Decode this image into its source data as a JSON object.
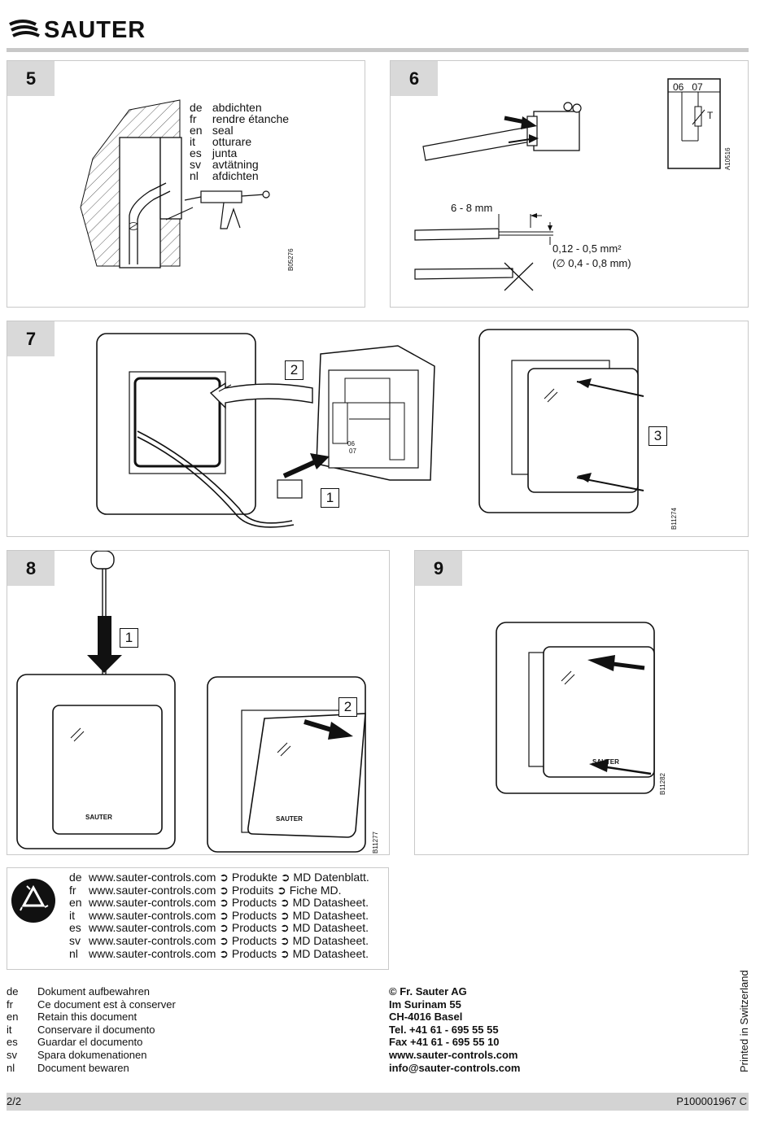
{
  "header": {
    "brand": "SAUTER"
  },
  "panel5": {
    "step": "5",
    "items": [
      {
        "code": "de",
        "text": "abdichten"
      },
      {
        "code": "fr",
        "text": "rendre étanche"
      },
      {
        "code": "en",
        "text": "seal"
      },
      {
        "code": "it",
        "text": "otturare"
      },
      {
        "code": "es",
        "text": "junta"
      },
      {
        "code": "sv",
        "text": "avtätning"
      },
      {
        "code": "nl",
        "text": "afdichten"
      }
    ],
    "ref": "B05276"
  },
  "panel6": {
    "step": "6",
    "terminals": "06   07",
    "sensor_label": "T",
    "ref": "A10516",
    "strip_length": "6 - 8 mm",
    "cross_section": "0,12 - 0,5 mm²",
    "diameter": "(∅ 0,4 - 0,8 mm)"
  },
  "panel7": {
    "step": "7",
    "callout_1": "1",
    "callout_2": "2",
    "callout_3": "3",
    "terminal_06": "06",
    "terminal_07": "07",
    "ref": "B11274"
  },
  "panel8": {
    "step": "8",
    "callout_1": "1",
    "callout_2": "2",
    "ref": "B11277"
  },
  "panel9": {
    "step": "9",
    "ref": "B11282"
  },
  "device_brand": "SAUTER",
  "links": [
    {
      "code": "de",
      "text": "www.sauter-controls.com ➲ Produkte ➲ MD Datenblatt."
    },
    {
      "code": "fr",
      "text": "www.sauter-controls.com ➲ Produits ➲ Fiche MD."
    },
    {
      "code": "en",
      "text": "www.sauter-controls.com ➲ Products ➲ MD Datasheet."
    },
    {
      "code": "it",
      "text": "www.sauter-controls.com ➲ Products ➲ MD Datasheet."
    },
    {
      "code": "es",
      "text": "www.sauter-controls.com ➲ Products ➲ MD Datasheet."
    },
    {
      "code": "sv",
      "text": "www.sauter-controls.com ➲ Products ➲ MD Datasheet."
    },
    {
      "code": "nl",
      "text": "www.sauter-controls.com ➲ Products ➲ MD Datasheet."
    }
  ],
  "retain": [
    {
      "code": "de",
      "text": "Dokument aufbewahren"
    },
    {
      "code": "fr",
      "text": "Ce document est à conserver"
    },
    {
      "code": "en",
      "text": "Retain this document"
    },
    {
      "code": "it",
      "text": "Conservare il documento"
    },
    {
      "code": "es",
      "text": "Guardar el documento"
    },
    {
      "code": "sv",
      "text": "Spara dokumenationen"
    },
    {
      "code": "nl",
      "text": "Document bewaren"
    }
  ],
  "address": [
    "© Fr. Sauter AG",
    "Im Surinam 55",
    "CH-4016 Basel",
    "Tel. +41 61 - 695 55 55",
    "Fax +41 61 - 695 55 10",
    "www.sauter-controls.com",
    "info@sauter-controls.com"
  ],
  "printed": "Printed in Switzerland",
  "footer": {
    "page": "2/2",
    "doc_id": "P100001967 C"
  }
}
